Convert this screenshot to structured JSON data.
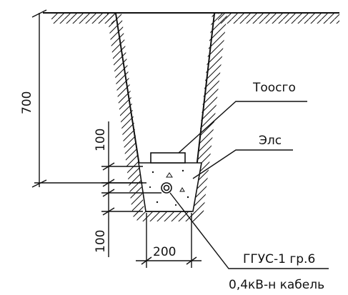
{
  "dimensions": {
    "depth": "700",
    "bottom_layer": "100",
    "bedding_layer": "100",
    "trench_width": "200"
  },
  "labels": {
    "brick": "Тоосго",
    "sand": "Элс",
    "cable_line1": "ГГУС-1 гр.6",
    "cable_line2": "0,4кВ-н кабель"
  },
  "colors": {
    "line": "#111111",
    "background": "#ffffff"
  }
}
